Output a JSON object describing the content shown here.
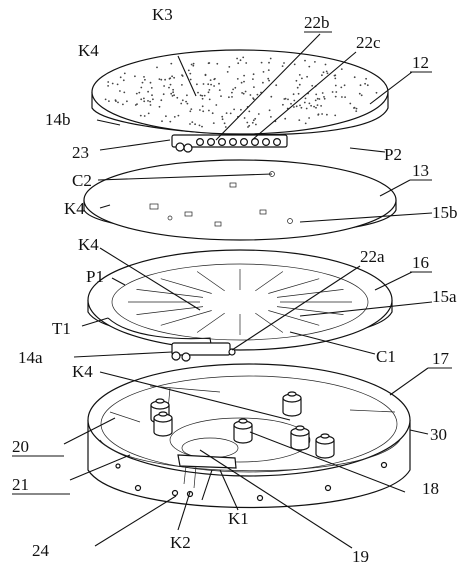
{
  "figure": {
    "labels": [
      {
        "id": "K3",
        "text": "K3"
      },
      {
        "id": "22b",
        "text": "22b",
        "underline": true
      },
      {
        "id": "K4-a",
        "text": "K4"
      },
      {
        "id": "22c",
        "text": "22c"
      },
      {
        "id": "12",
        "text": "12",
        "underline": true
      },
      {
        "id": "14b",
        "text": "14b"
      },
      {
        "id": "23",
        "text": "23"
      },
      {
        "id": "P2",
        "text": "P2"
      },
      {
        "id": "C2",
        "text": "C2"
      },
      {
        "id": "13",
        "text": "13",
        "underline": true
      },
      {
        "id": "K4-b",
        "text": "K4"
      },
      {
        "id": "15b",
        "text": "15b"
      },
      {
        "id": "K4-c",
        "text": "K4"
      },
      {
        "id": "22a",
        "text": "22a"
      },
      {
        "id": "16",
        "text": "16",
        "underline": true
      },
      {
        "id": "P1",
        "text": "P1"
      },
      {
        "id": "15a",
        "text": "15a"
      },
      {
        "id": "T1",
        "text": "T1"
      },
      {
        "id": "C1",
        "text": "C1"
      },
      {
        "id": "14a",
        "text": "14a"
      },
      {
        "id": "17",
        "text": "17",
        "underline": true
      },
      {
        "id": "K4-d",
        "text": "K4"
      },
      {
        "id": "30",
        "text": "30"
      },
      {
        "id": "20",
        "text": "20",
        "underline": true
      },
      {
        "id": "21",
        "text": "21",
        "underline": true
      },
      {
        "id": "18",
        "text": "18"
      },
      {
        "id": "K1",
        "text": "K1"
      },
      {
        "id": "24",
        "text": "24"
      },
      {
        "id": "K2",
        "text": "K2"
      },
      {
        "id": "19",
        "text": "19"
      }
    ]
  }
}
